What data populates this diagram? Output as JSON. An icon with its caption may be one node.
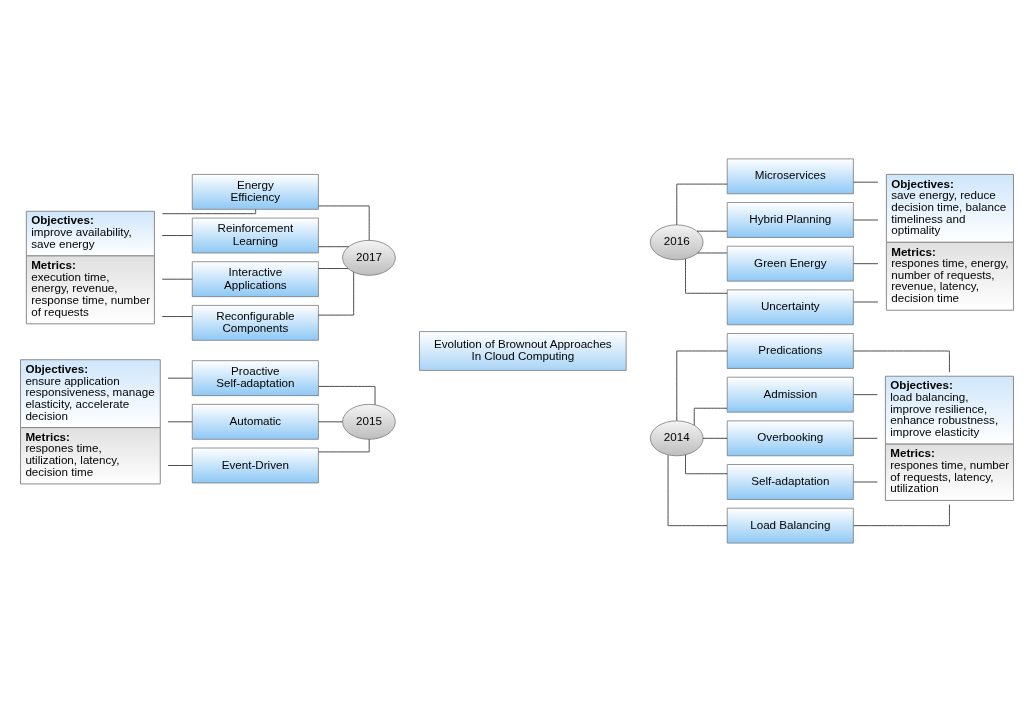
{
  "diagram": {
    "nodes": [
      {
        "text": [
          "Evolution of Brownout Approaches In Cloud Computing"
        ]
      },
      {
        "text": [
          "2017"
        ]
      },
      {
        "text": [
          "Energy Efficiency"
        ]
      },
      {
        "text": [
          "Reinforcement Learning"
        ]
      },
      {
        "text": [
          "Interactive Applications"
        ]
      },
      {
        "text": [
          "Reconfigurable Components"
        ]
      },
      {
        "text": [
          "Objectives:",
          "improve availability, save energy",
          "Metrics:",
          "execution time, energy, revenue, response time, number of requests"
        ]
      },
      {
        "text": [
          "2016"
        ]
      },
      {
        "text": [
          "Microservices"
        ]
      },
      {
        "text": [
          "Hybrid Planning"
        ]
      },
      {
        "text": [
          "Green Energy"
        ]
      },
      {
        "text": [
          "Uncertainty"
        ]
      },
      {
        "text": [
          "Objectives:",
          "save energy, reduce decision time, balance timeliness and optimality",
          "Metrics:",
          "respones time, energy, number of requests, revenue, latency, decision time"
        ]
      },
      {
        "text": [
          "2015"
        ]
      },
      {
        "text": [
          "Proactive Self-adaptation"
        ]
      },
      {
        "text": [
          "Automatic"
        ]
      },
      {
        "text": [
          "Event-Driven"
        ]
      },
      {
        "text": [
          "Objectives:",
          "ensure application responsiveness, manage elasticity, accelerate decision",
          "Metrics:",
          "respones time, utilization, latency, decision time"
        ]
      },
      {
        "text": [
          "2014"
        ]
      },
      {
        "text": [
          "Predications"
        ]
      },
      {
        "text": [
          "Admission"
        ]
      },
      {
        "text": [
          "Overbooking"
        ]
      },
      {
        "text": [
          "Self-adaptation"
        ]
      },
      {
        "text": [
          "Load Balancing"
        ]
      },
      {
        "text": [
          "Objectives:",
          "load balancing, improve resilience, enhance robustness, improve elasticity",
          "Metrics:",
          "respones time, number of requests, latency, utilization"
        ]
      }
    ],
    "edges": [
      {
        "from": 1,
        "to": 2,
        "arrow": "none"
      },
      {
        "from": 1,
        "to": 3,
        "arrow": "none"
      },
      {
        "from": 1,
        "to": 4,
        "arrow": "none"
      },
      {
        "from": 1,
        "to": 5,
        "arrow": "none"
      },
      {
        "from": 2,
        "to": 6,
        "arrow": "none"
      },
      {
        "from": 3,
        "to": 6,
        "arrow": "none"
      },
      {
        "from": 4,
        "to": 6,
        "arrow": "none"
      },
      {
        "from": 5,
        "to": 6,
        "arrow": "none"
      },
      {
        "from": 7,
        "to": 8,
        "arrow": "none"
      },
      {
        "from": 7,
        "to": 9,
        "arrow": "none"
      },
      {
        "from": 7,
        "to": 10,
        "arrow": "none"
      },
      {
        "from": 7,
        "to": 11,
        "arrow": "none"
      },
      {
        "from": 8,
        "to": 12,
        "arrow": "none"
      },
      {
        "from": 9,
        "to": 12,
        "arrow": "none"
      },
      {
        "from": 10,
        "to": 12,
        "arrow": "none"
      },
      {
        "from": 11,
        "to": 12,
        "arrow": "none"
      },
      {
        "from": 13,
        "to": 14,
        "arrow": "none"
      },
      {
        "from": 13,
        "to": 15,
        "arrow": "none"
      },
      {
        "from": 13,
        "to": 16,
        "arrow": "none"
      },
      {
        "from": 14,
        "to": 17,
        "arrow": "none"
      },
      {
        "from": 15,
        "to": 17,
        "arrow": "none"
      },
      {
        "from": 16,
        "to": 17,
        "arrow": "none"
      },
      {
        "from": 18,
        "to": 19,
        "arrow": "none"
      },
      {
        "from": 18,
        "to": 20,
        "arrow": "none"
      },
      {
        "from": 18,
        "to": 21,
        "arrow": "none"
      },
      {
        "from": 18,
        "to": 22,
        "arrow": "none"
      },
      {
        "from": 18,
        "to": 23,
        "arrow": "none"
      },
      {
        "from": 19,
        "to": 24,
        "arrow": "none"
      },
      {
        "from": 20,
        "to": 24,
        "arrow": "none"
      },
      {
        "from": 21,
        "to": 24,
        "arrow": "none"
      },
      {
        "from": 22,
        "to": 24,
        "arrow": "none"
      },
      {
        "from": 23,
        "to": 24,
        "arrow": "none"
      }
    ]
  }
}
